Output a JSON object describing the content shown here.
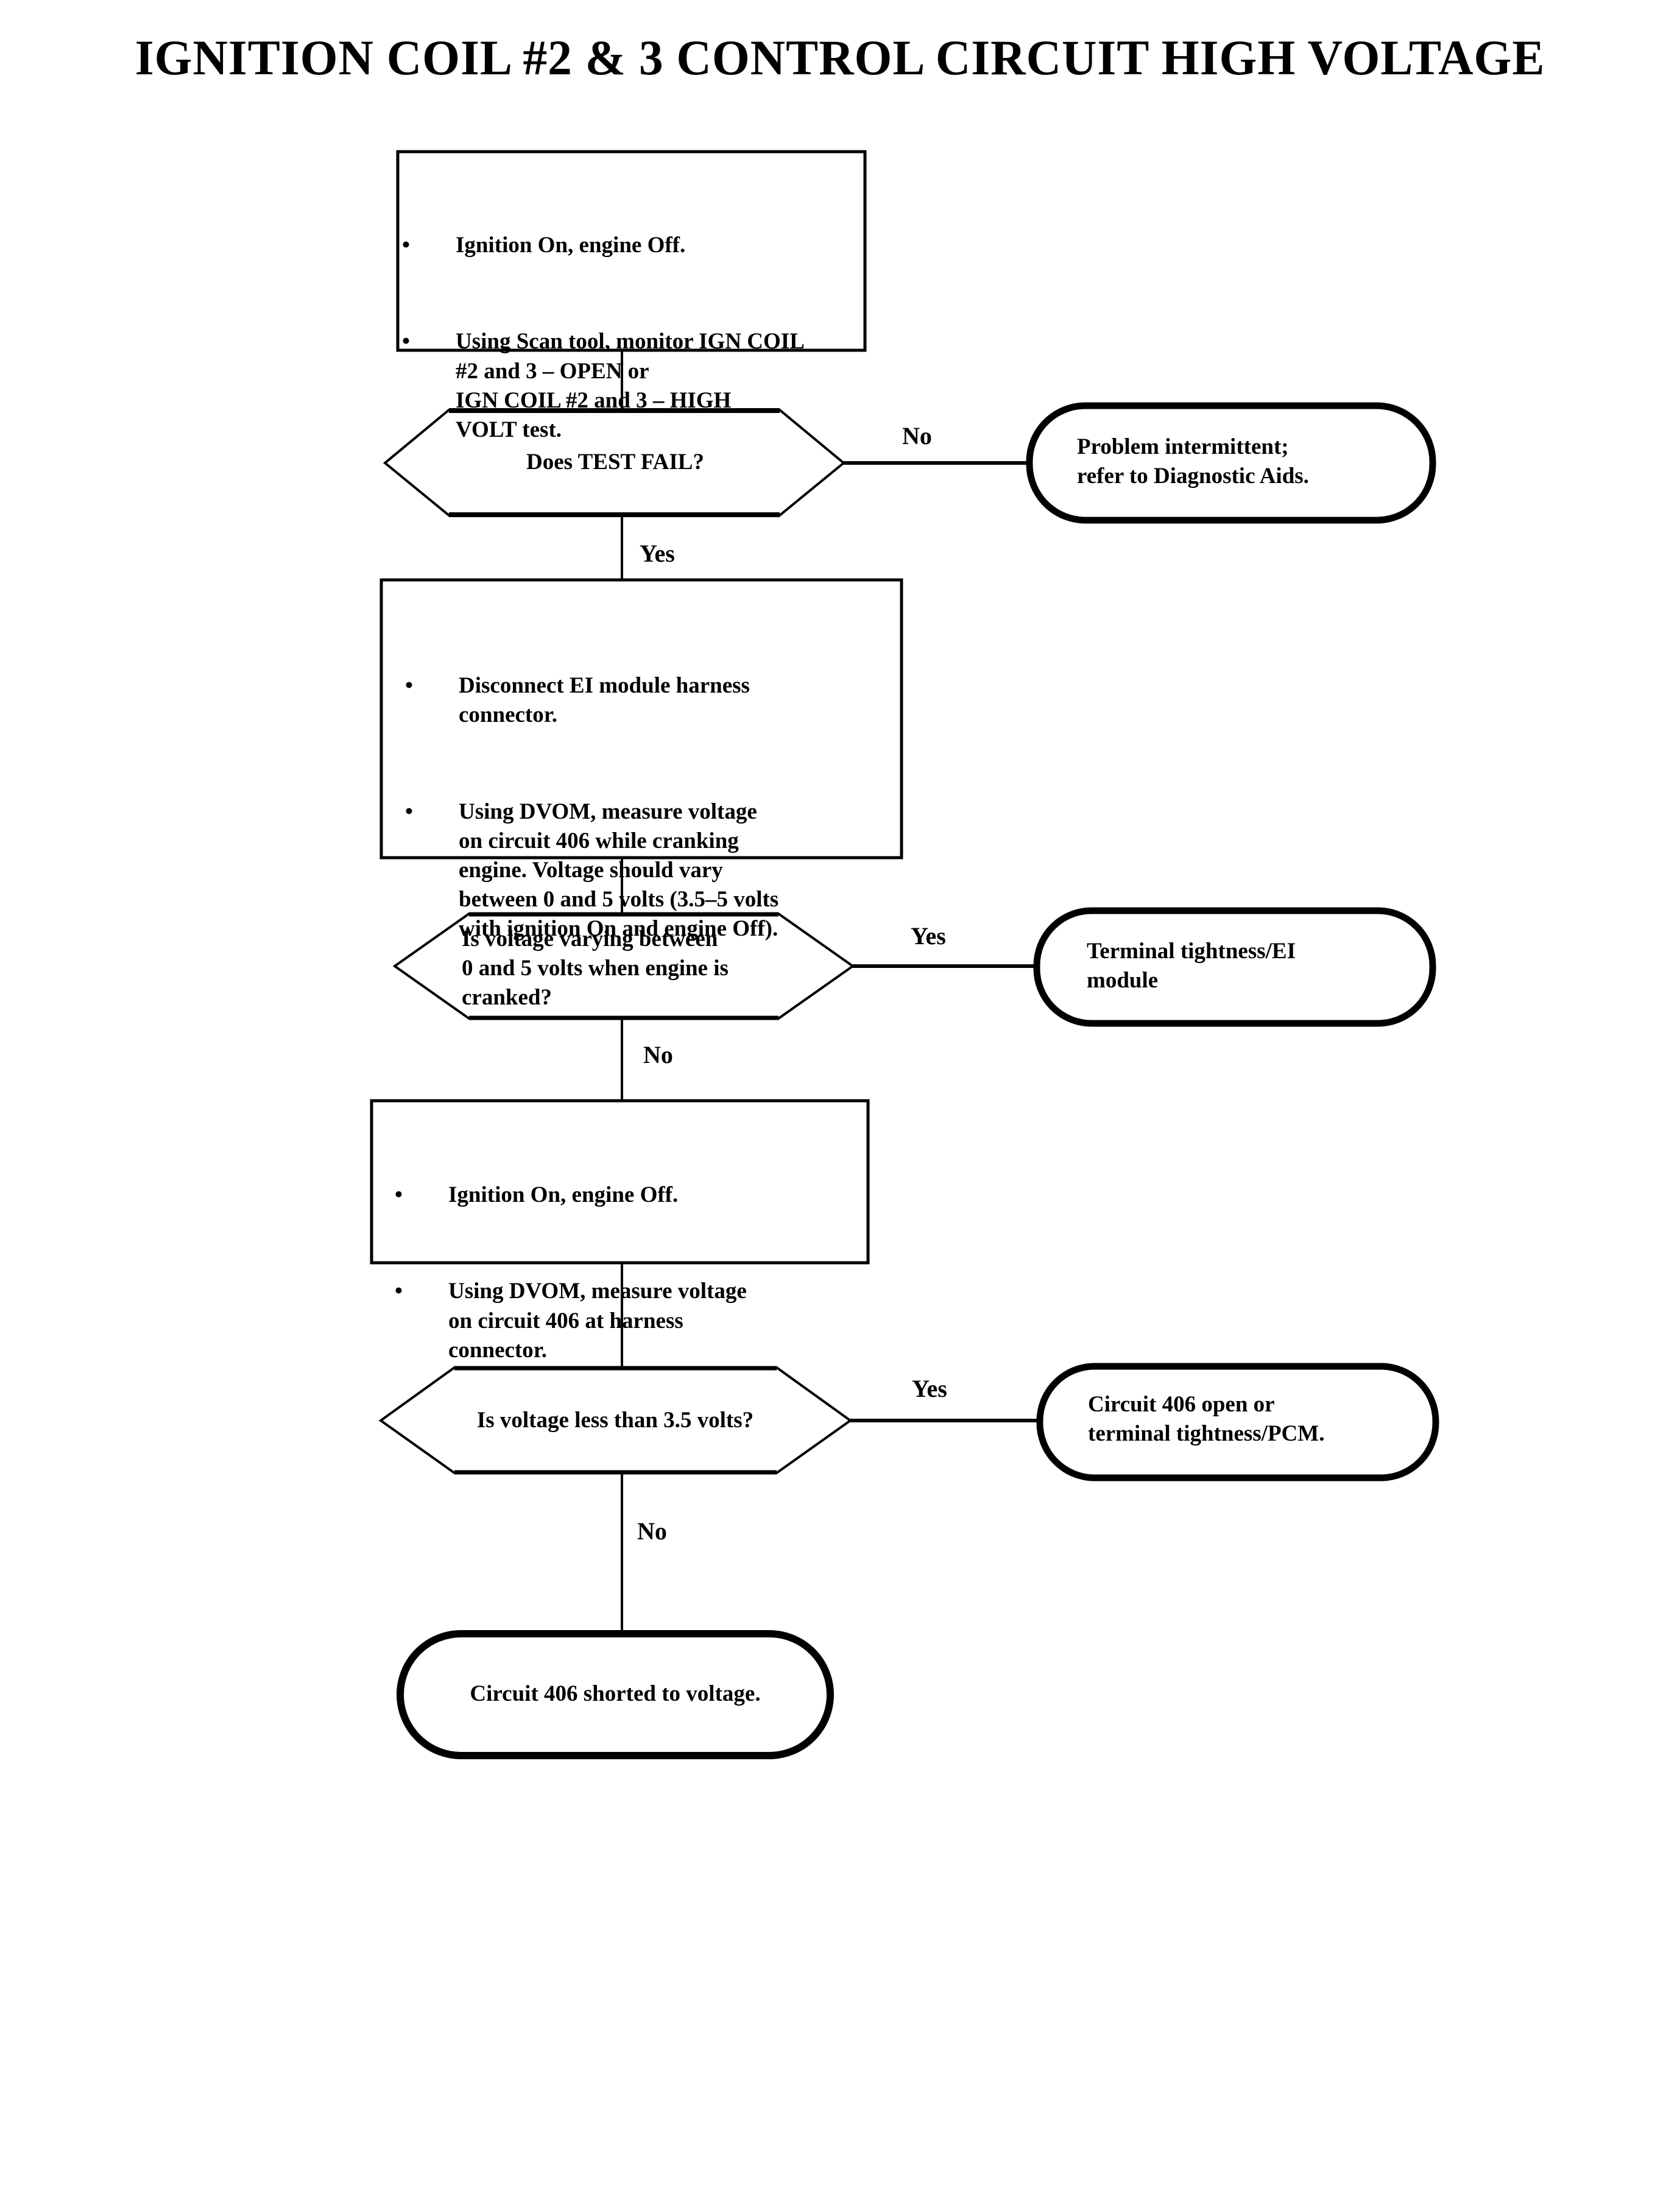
{
  "page": {
    "title": "IGNITION COIL #2 & 3 CONTROL CIRCUIT HIGH VOLTAGE",
    "background_color": "#ffffff",
    "ink_color": "#000000"
  },
  "diagram": {
    "type": "flowchart",
    "orientation": "top-to-bottom",
    "bullet_glyph": "•",
    "nodes": {
      "step1": {
        "shape": "process",
        "bullets": [
          "Ignition On, engine Off.",
          "Using  Scan tool, monitor IGN COIL\n#2 and 3 – OPEN or\nIGN COIL #2 and 3 – HIGH\nVOLT test."
        ]
      },
      "decision1": {
        "shape": "decision",
        "text": "Does TEST FAIL?"
      },
      "result1": {
        "shape": "terminator",
        "text": "Problem intermittent;\nrefer to Diagnostic Aids."
      },
      "step2": {
        "shape": "process",
        "bullets": [
          "Disconnect EI module harness\nconnector.",
          "Using DVOM, measure voltage\non circuit 406 while cranking\nengine. Voltage should vary\nbetween 0 and 5 volts (3.5–5 volts\nwith ignition On and engine Off)."
        ]
      },
      "decision2": {
        "shape": "decision",
        "text": "Is voltage varying between\n0 and 5 volts when engine is\ncranked?"
      },
      "result2": {
        "shape": "terminator",
        "text": "Terminal tightness/EI\nmodule"
      },
      "step3": {
        "shape": "process",
        "bullets": [
          "Ignition On, engine Off.",
          "Using DVOM, measure voltage\non circuit 406 at harness\nconnector."
        ]
      },
      "decision3": {
        "shape": "decision",
        "text": "Is voltage less than 3.5 volts?"
      },
      "result3": {
        "shape": "terminator",
        "text": "Circuit 406 open or\nterminal tightness/PCM."
      },
      "result4": {
        "shape": "terminator",
        "text": "Circuit 406 shorted to voltage."
      }
    },
    "edges": [
      {
        "from": "step1",
        "to": "decision1",
        "label": ""
      },
      {
        "from": "decision1",
        "to": "result1",
        "label": "No"
      },
      {
        "from": "decision1",
        "to": "step2",
        "label": "Yes"
      },
      {
        "from": "step2",
        "to": "decision2",
        "label": ""
      },
      {
        "from": "decision2",
        "to": "result2",
        "label": "Yes"
      },
      {
        "from": "decision2",
        "to": "step3",
        "label": "No"
      },
      {
        "from": "step3",
        "to": "decision3",
        "label": ""
      },
      {
        "from": "decision3",
        "to": "result3",
        "label": "Yes"
      },
      {
        "from": "decision3",
        "to": "result4",
        "label": "No"
      }
    ],
    "edge_labels": {
      "d1_no": "No",
      "d1_yes": "Yes",
      "d2_yes": "Yes",
      "d2_no": "No",
      "d3_yes": "Yes",
      "d3_no": "No"
    }
  }
}
